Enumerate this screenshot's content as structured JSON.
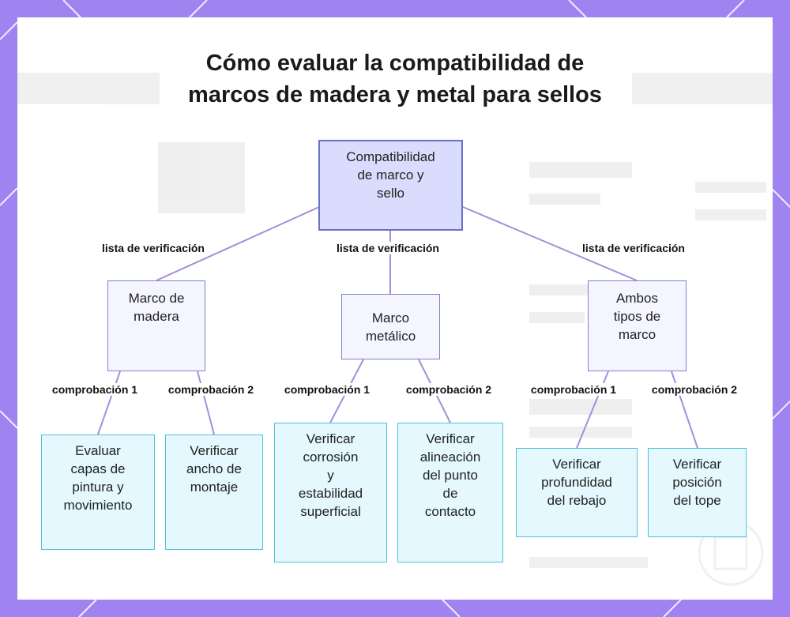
{
  "title": {
    "line1": "Cómo evaluar la compatibilidad de",
    "line2": "marcos de madera y metal para sellos"
  },
  "colors": {
    "background": "#a083f0",
    "root_fill": "#d9dcfc",
    "root_stroke": "#6970c8",
    "branch_fill": "#f4f5ff",
    "branch_stroke": "#7b82cc",
    "leaf_fill": "#e4f8fd",
    "leaf_stroke": "#4ec2d8",
    "edge": "#a38fd9"
  },
  "root": {
    "lines": [
      "Compatibilidad",
      "de marco y",
      "sello"
    ]
  },
  "branches": [
    {
      "edge_label": "lista de verificación",
      "lines": [
        "Marco de",
        "madera"
      ],
      "checks": [
        {
          "edge_label": "comprobación 1",
          "lines": [
            "Evaluar",
            "capas de",
            "pintura y",
            "movimiento"
          ]
        },
        {
          "edge_label": "comprobación 2",
          "lines": [
            "Verificar",
            "ancho de",
            "montaje"
          ]
        }
      ]
    },
    {
      "edge_label": "lista de verificación",
      "lines": [
        "Marco",
        "metálico"
      ],
      "checks": [
        {
          "edge_label": "comprobación 1",
          "lines": [
            "Verificar",
            "corrosión",
            "y",
            "estabilidad",
            "superficial"
          ]
        },
        {
          "edge_label": "comprobación 2",
          "lines": [
            "Verificar",
            "alineación",
            "del punto",
            "de",
            "contacto"
          ]
        }
      ]
    },
    {
      "edge_label": "lista de verificación",
      "lines": [
        "Ambos",
        "tipos de",
        "marco"
      ],
      "checks": [
        {
          "edge_label": "comprobación 1",
          "lines": [
            "Verificar",
            "profundidad",
            "del rebajo"
          ]
        },
        {
          "edge_label": "comprobación 2",
          "lines": [
            "Verificar",
            "posición",
            "del tope"
          ]
        }
      ]
    }
  ]
}
